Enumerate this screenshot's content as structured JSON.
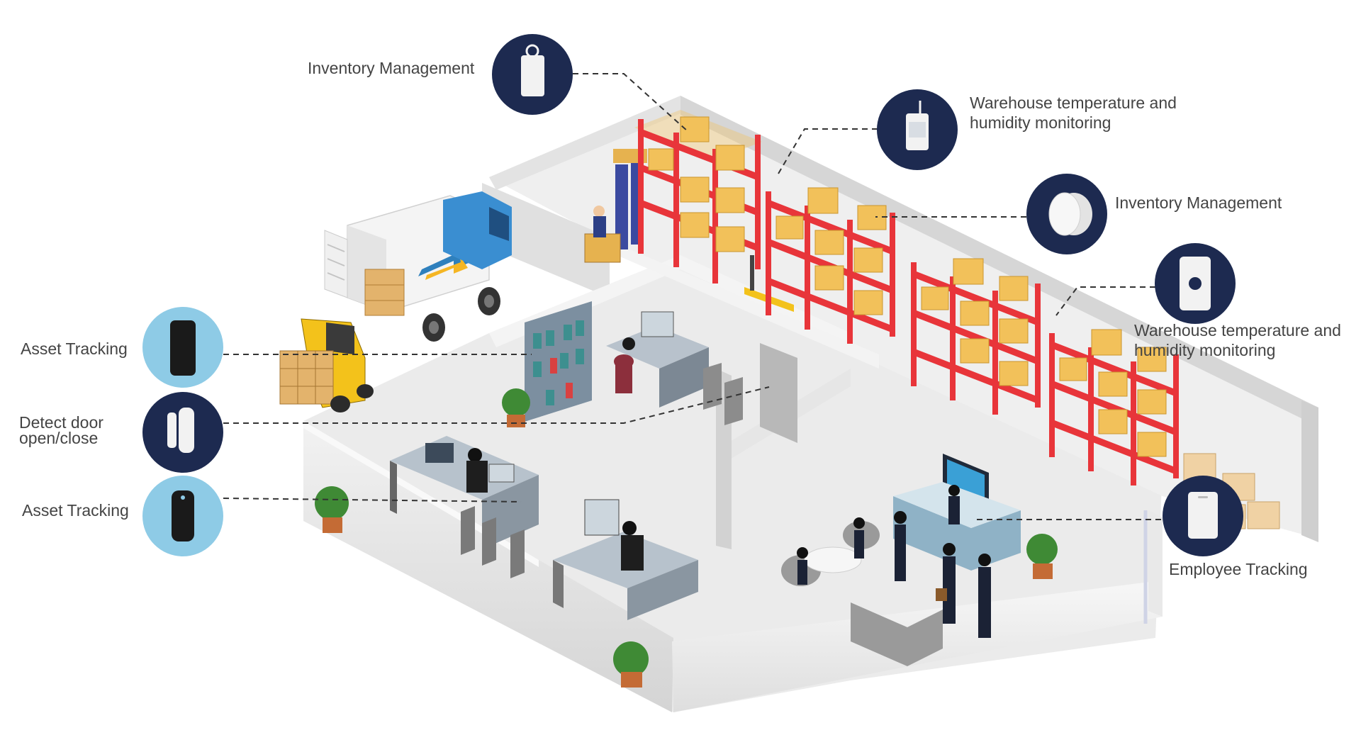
{
  "callouts": {
    "inventory_top": {
      "label": "Inventory Management",
      "icon": "tag-device-icon"
    },
    "warehouse_temp_1": {
      "label_line1": "Warehouse temperature and",
      "label_line2": "humidity monitoring",
      "icon": "thermo-hygrometer-icon"
    },
    "inventory_right": {
      "label": "Inventory Management",
      "icon": "puck-sensor-icon"
    },
    "warehouse_temp_2": {
      "label_line1": "Warehouse temperature and",
      "label_line2": "humidity monitoring",
      "icon": "sensor-box-icon"
    },
    "asset_tracking_1": {
      "label": "Asset Tracking",
      "icon": "black-tracker-icon"
    },
    "detect_door": {
      "label_line1": "Detect door",
      "label_line2": "open/close",
      "icon": "door-sensor-icon"
    },
    "asset_tracking_2": {
      "label": "Asset Tracking",
      "icon": "black-tag-icon"
    },
    "employee_tracking": {
      "label": "Employee Tracking",
      "icon": "badge-card-icon"
    }
  },
  "colors": {
    "navy": "#1d2a50",
    "light_blue": "#8ecbe6",
    "shelf_red": "#e8353a",
    "box_yellow": "#f2c15a",
    "floor_gray": "#ececec",
    "wall_gray": "#d9d9d9",
    "label_gray": "#444444"
  }
}
